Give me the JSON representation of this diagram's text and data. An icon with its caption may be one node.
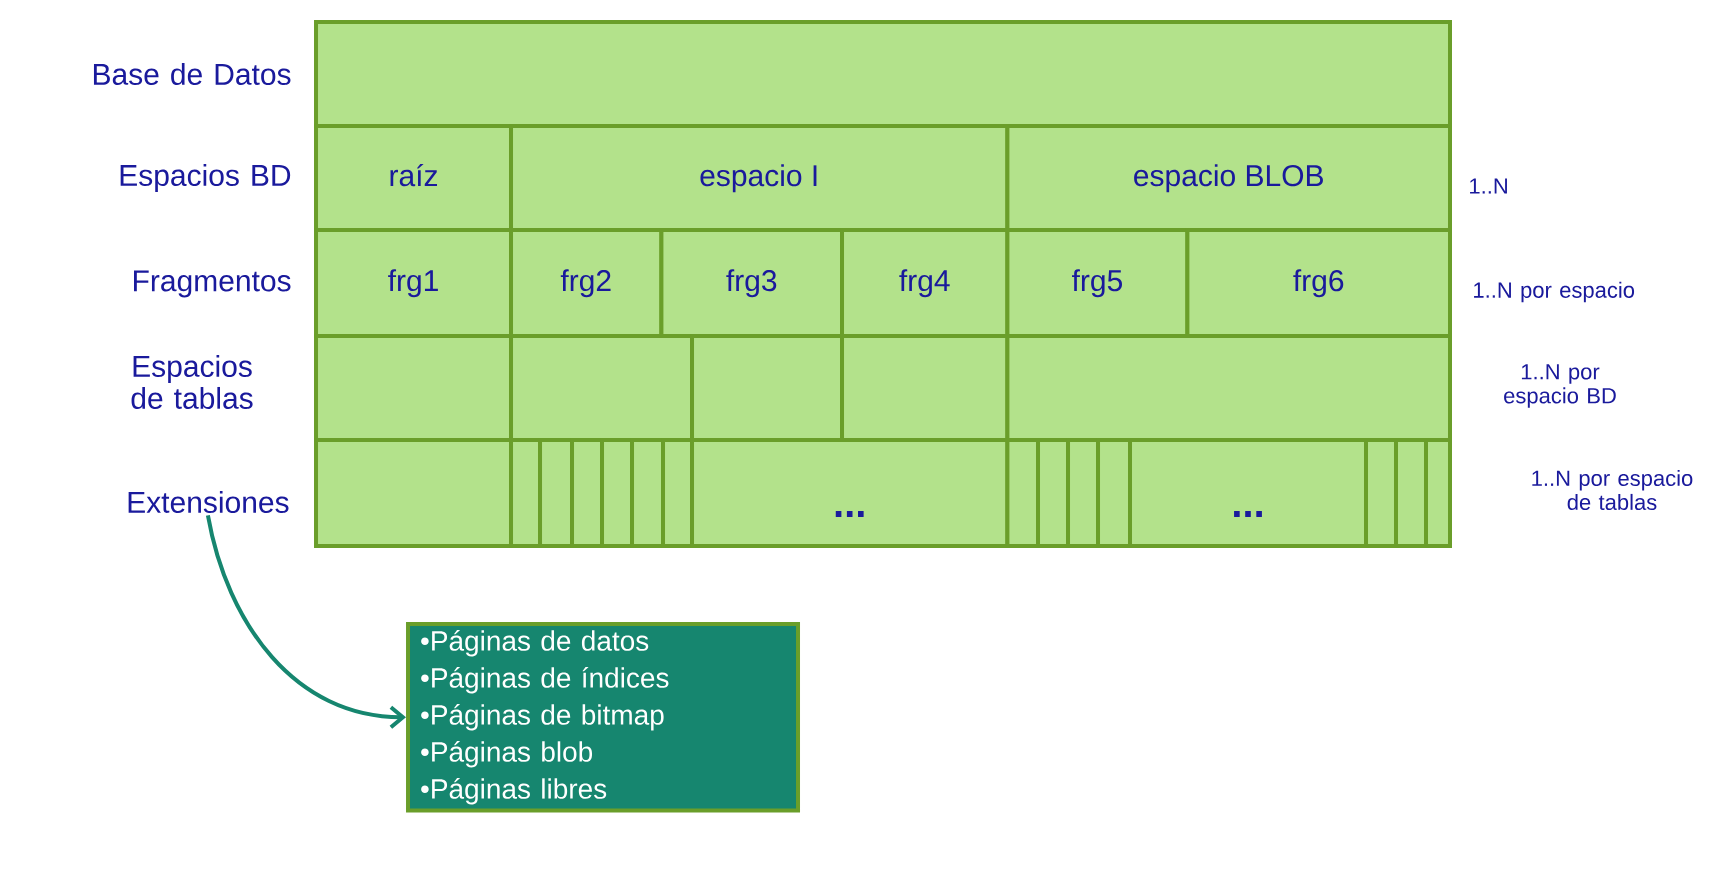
{
  "diagram": {
    "nodes": [
      {
        "text": [],
        "shape": "box"
      },
      {
        "text": [
          "raíz"
        ]
      },
      {
        "text": [
          "espacio I"
        ]
      },
      {
        "text": [
          "espacio BLOB"
        ]
      },
      {
        "text": [
          "frg1"
        ]
      },
      {
        "text": [
          "frg2"
        ]
      },
      {
        "text": [
          "frg3"
        ]
      },
      {
        "text": [
          "frg4"
        ]
      },
      {
        "text": [
          "frg5"
        ]
      },
      {
        "text": [
          "frg6"
        ]
      },
      {
        "text": [],
        "shape": "box"
      },
      {
        "text": [],
        "shape": "box"
      },
      {
        "text": [],
        "shape": "box"
      },
      {
        "text": [],
        "shape": "box"
      },
      {
        "text": [],
        "shape": "box"
      },
      {
        "text": [],
        "shape": "box"
      },
      {
        "text": [],
        "shape": "box"
      },
      {
        "text": [],
        "shape": "box"
      },
      {
        "text": [],
        "shape": "box"
      },
      {
        "text": [],
        "shape": "box"
      },
      {
        "text": [],
        "shape": "box"
      },
      {
        "text": [],
        "shape": "box"
      },
      {
        "text": [
          "..."
        ]
      },
      {
        "text": [],
        "shape": "box"
      },
      {
        "text": [],
        "shape": "box"
      },
      {
        "text": [],
        "shape": "box"
      },
      {
        "text": [],
        "shape": "box"
      },
      {
        "text": [
          "..."
        ]
      },
      {
        "text": [],
        "shape": "box"
      },
      {
        "text": [],
        "shape": "box"
      },
      {
        "text": [],
        "shape": "box"
      },
      {
        "text": [
          "Extensiones"
        ]
      },
      {
        "text": [
          "•Páginas de datos",
          "•Páginas de índices",
          "•Páginas de bitmap",
          "•Páginas blob",
          "•Páginas libres"
        ]
      }
    ],
    "edges": [
      {
        "from": 31,
        "to": 32,
        "arrow": "to"
      }
    ],
    "labels": [
      "Base de Datos",
      "Espacios BD",
      "1..N",
      "Fragmentos",
      "1..N por espacio",
      "Espacios de tablas",
      "1..N por espacio BD",
      "1..N por espacio de tablas"
    ]
  }
}
